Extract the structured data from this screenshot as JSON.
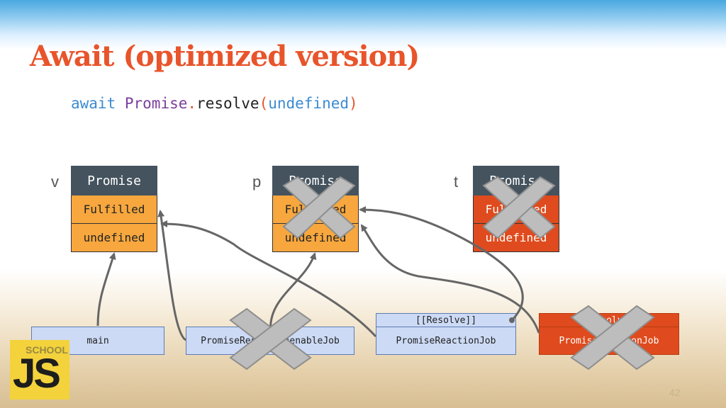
{
  "title": "Await (optimized version)",
  "code": {
    "keyword": "await",
    "object": "Promise",
    "dot": ".",
    "method": "resolve",
    "open_paren": "(",
    "argument": "undefined",
    "close_paren": ")"
  },
  "promises": [
    {
      "var": "v",
      "header": "Promise",
      "state": "Fulfilled",
      "value": "undefined",
      "crossed": false,
      "color": "#f7a73e"
    },
    {
      "var": "p",
      "header": "Promise",
      "state": "Fulfilled",
      "value": "undefined",
      "crossed": true,
      "color": "#f7a73e"
    },
    {
      "var": "t",
      "header": "Promise",
      "state": "Fulfilled",
      "value": "undefined",
      "crossed": true,
      "color": "#df4b1e"
    }
  ],
  "jobs": [
    {
      "label": "main",
      "crossed": false
    },
    {
      "label": "PromiseResolveThenableJob",
      "crossed": true
    },
    {
      "label": "PromiseReactionJob",
      "slot": "[[Resolve]]",
      "crossed": false
    },
    {
      "label": "PromiseReactionJob",
      "slot": "[[Resolve]]",
      "crossed": true,
      "color": "#df4b1e"
    }
  ],
  "logo": {
    "small_text": "SCHOOL",
    "big_text": "JS"
  },
  "page_number": "42",
  "colors": {
    "title": "#e8542b",
    "header": "#44535e",
    "job": "#ccdaf5",
    "arrow": "#666666",
    "cross": "#bdbdbd"
  }
}
